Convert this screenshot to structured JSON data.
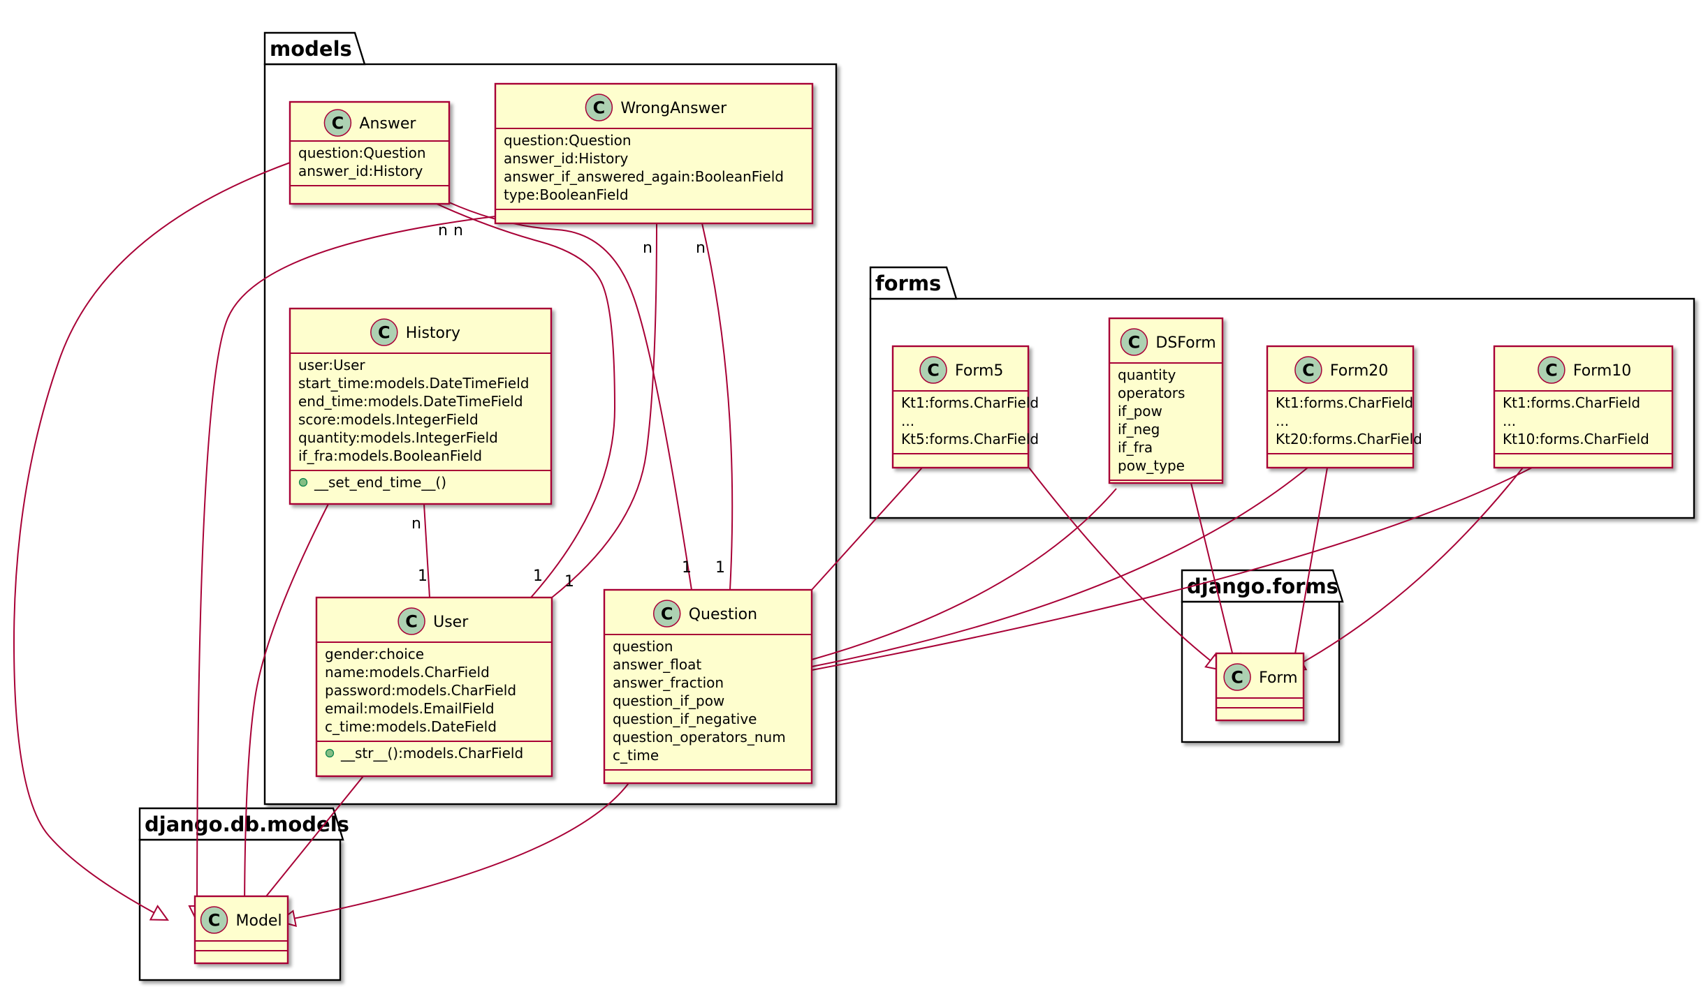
{
  "colors": {
    "class_fill": "#FEFECE",
    "class_border": "#A80036",
    "edge": "#A80036",
    "circle_fill": "#ADD1B2",
    "package_fill": "#FFFFFF",
    "package_border": "#000000",
    "method_marker": "#84BE84"
  },
  "icons": {
    "class": "class-c-icon",
    "method": "public-method-icon"
  },
  "packages": [
    {
      "id": "models",
      "label": "models"
    },
    {
      "id": "forms",
      "label": "forms"
    },
    {
      "id": "django_forms",
      "label": "django.forms"
    },
    {
      "id": "django_db_models",
      "label": "django.db.models"
    }
  ],
  "classes": [
    {
      "id": "answer",
      "name": "Answer",
      "attrs": [
        "question:Question",
        "answer_id:History"
      ],
      "methods": []
    },
    {
      "id": "wronganswer",
      "name": "WrongAnswer",
      "attrs": [
        "question:Question",
        "answer_id:History",
        "answer_if_answered_again:BooleanField",
        "type:BooleanField"
      ],
      "methods": []
    },
    {
      "id": "history",
      "name": "History",
      "attrs": [
        "user:User",
        "start_time:models.DateTimeField",
        "end_time:models.DateTimeField",
        "score:models.IntegerField",
        "quantity:models.IntegerField",
        "if_fra:models.BooleanField"
      ],
      "methods": [
        "__set_end_time__()"
      ]
    },
    {
      "id": "user",
      "name": "User",
      "attrs": [
        "gender:choice",
        "name:models.CharField",
        "password:models.CharField",
        "email:models.EmailField",
        "c_time:models.DateField"
      ],
      "methods": [
        "__str__():models.CharField"
      ]
    },
    {
      "id": "question",
      "name": "Question",
      "attrs": [
        "question",
        "answer_float",
        "answer_fraction",
        "question_if_pow",
        "question_if_negative",
        "question_operators_num",
        "c_time"
      ],
      "methods": []
    },
    {
      "id": "form5",
      "name": "Form5",
      "attrs": [
        "Kt1:forms.CharField",
        "...",
        "Kt5:forms.CharField"
      ],
      "methods": []
    },
    {
      "id": "dsform",
      "name": "DSForm",
      "attrs": [
        "quantity",
        "operators",
        "if_pow",
        "if_neg",
        "if_fra",
        "pow_type"
      ],
      "methods": []
    },
    {
      "id": "form20",
      "name": "Form20",
      "attrs": [
        "Kt1:forms.CharField",
        "...",
        "Kt20:forms.CharField"
      ],
      "methods": []
    },
    {
      "id": "form10",
      "name": "Form10",
      "attrs": [
        "Kt1:forms.CharField",
        "...",
        "Kt10:forms.CharField"
      ],
      "methods": []
    },
    {
      "id": "form",
      "name": "Form",
      "attrs": [],
      "methods": []
    },
    {
      "id": "model",
      "name": "Model",
      "attrs": [],
      "methods": []
    }
  ],
  "edges": [
    {
      "from": "answer",
      "to": "model",
      "type": "inheritance"
    },
    {
      "from": "wronganswer",
      "to": "model",
      "type": "inheritance"
    },
    {
      "from": "history",
      "to": "model",
      "type": "inheritance"
    },
    {
      "from": "user",
      "to": "model",
      "type": "inheritance"
    },
    {
      "from": "question",
      "to": "model",
      "type": "inheritance"
    },
    {
      "from": "form5",
      "to": "form",
      "type": "inheritance"
    },
    {
      "from": "dsform",
      "to": "form",
      "type": "inheritance"
    },
    {
      "from": "form20",
      "to": "form",
      "type": "inheritance"
    },
    {
      "from": "form10",
      "to": "form",
      "type": "inheritance"
    },
    {
      "from": "answer",
      "to": "user",
      "type": "association",
      "from_label": "n",
      "to_label": "1"
    },
    {
      "from": "answer",
      "to": "question",
      "type": "association",
      "from_label": "n",
      "to_label": "1"
    },
    {
      "from": "wronganswer",
      "to": "user",
      "type": "association",
      "from_label": "n",
      "to_label": "1"
    },
    {
      "from": "wronganswer",
      "to": "question",
      "type": "association",
      "from_label": "n",
      "to_label": "1"
    },
    {
      "from": "history",
      "to": "user",
      "type": "association",
      "from_label": "n",
      "to_label": "1"
    },
    {
      "from": "form5",
      "to": "question",
      "type": "association"
    },
    {
      "from": "dsform",
      "to": "question",
      "type": "association"
    },
    {
      "from": "form20",
      "to": "question",
      "type": "association"
    },
    {
      "from": "form10",
      "to": "question",
      "type": "association"
    }
  ]
}
